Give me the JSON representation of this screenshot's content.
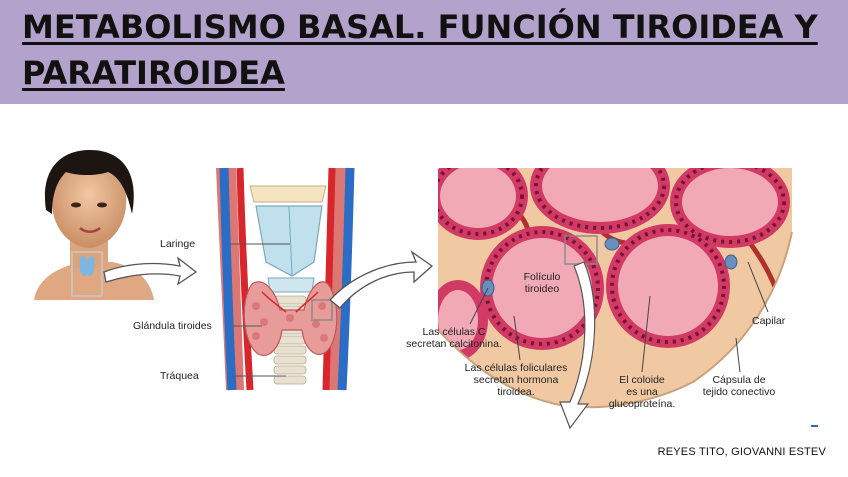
{
  "header": {
    "title": "METABOLISMO BASAL. FUNCIÓN TIROIDEA Y PARATIROIDEA"
  },
  "diagram": {
    "neck_labels": {
      "laringe": "Laringe",
      "glandula": "Glándula tiroides",
      "traquea": "Tráquea"
    },
    "tissue_labels": {
      "foliculo_1": "Folículo",
      "foliculo_2": "tiroideo",
      "celulas_c_1": "Las células C",
      "celulas_c_2": "secretan calcitonina.",
      "foliculares_1": "Las células foliculares",
      "foliculares_2": "secretan hormona",
      "foliculares_3": "tiroidea.",
      "coloide_1": "El coloide",
      "coloide_2": "es una",
      "coloide_3": "glucoproteína.",
      "capilar": "Capilar",
      "capsula_1": "Cápsula de",
      "capsula_2": "tejido conectivo"
    },
    "colors": {
      "band": "#b3a3cc",
      "colloid": "#f2a9b6",
      "cell": "#d23a66",
      "nucleus": "#7a1232",
      "stroma": "#f0c9a3",
      "artery": "#d8262c",
      "vein": "#2b6cc4"
    }
  },
  "footer": {
    "author": "REYES TITO, GIOVANNI ESTEV"
  }
}
